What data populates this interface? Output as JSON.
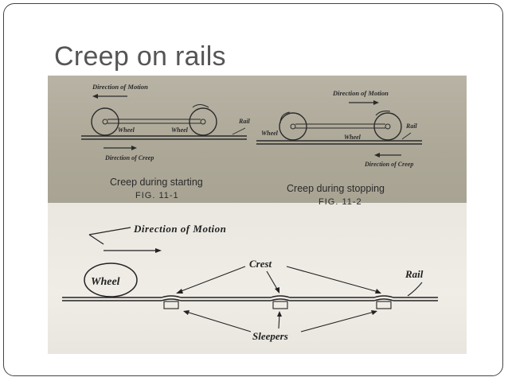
{
  "slide": {
    "title": "Creep on rails"
  },
  "figure_top_left": {
    "direction_of_motion": "Direction of Motion",
    "wheel_left": "Wheel",
    "wheel_right": "Wheel",
    "rail": "Rail",
    "direction_of_creep": "Direction of Creep",
    "caption": "Creep during starting",
    "fig_label": "FIG. 11-1"
  },
  "figure_top_right": {
    "direction_of_motion": "Direction of Motion",
    "wheel_left": "Wheel",
    "wheel_right": "Wheel",
    "rail": "Rail",
    "direction_of_creep": "Direction of Creep",
    "caption": "Creep during stopping",
    "fig_label": "FIG. 11-2"
  },
  "figure_bottom": {
    "direction_of_motion": "Direction of Motion",
    "wheel": "Wheel",
    "crest": "Crest",
    "rail": "Rail",
    "sleepers": "Sleepers"
  }
}
